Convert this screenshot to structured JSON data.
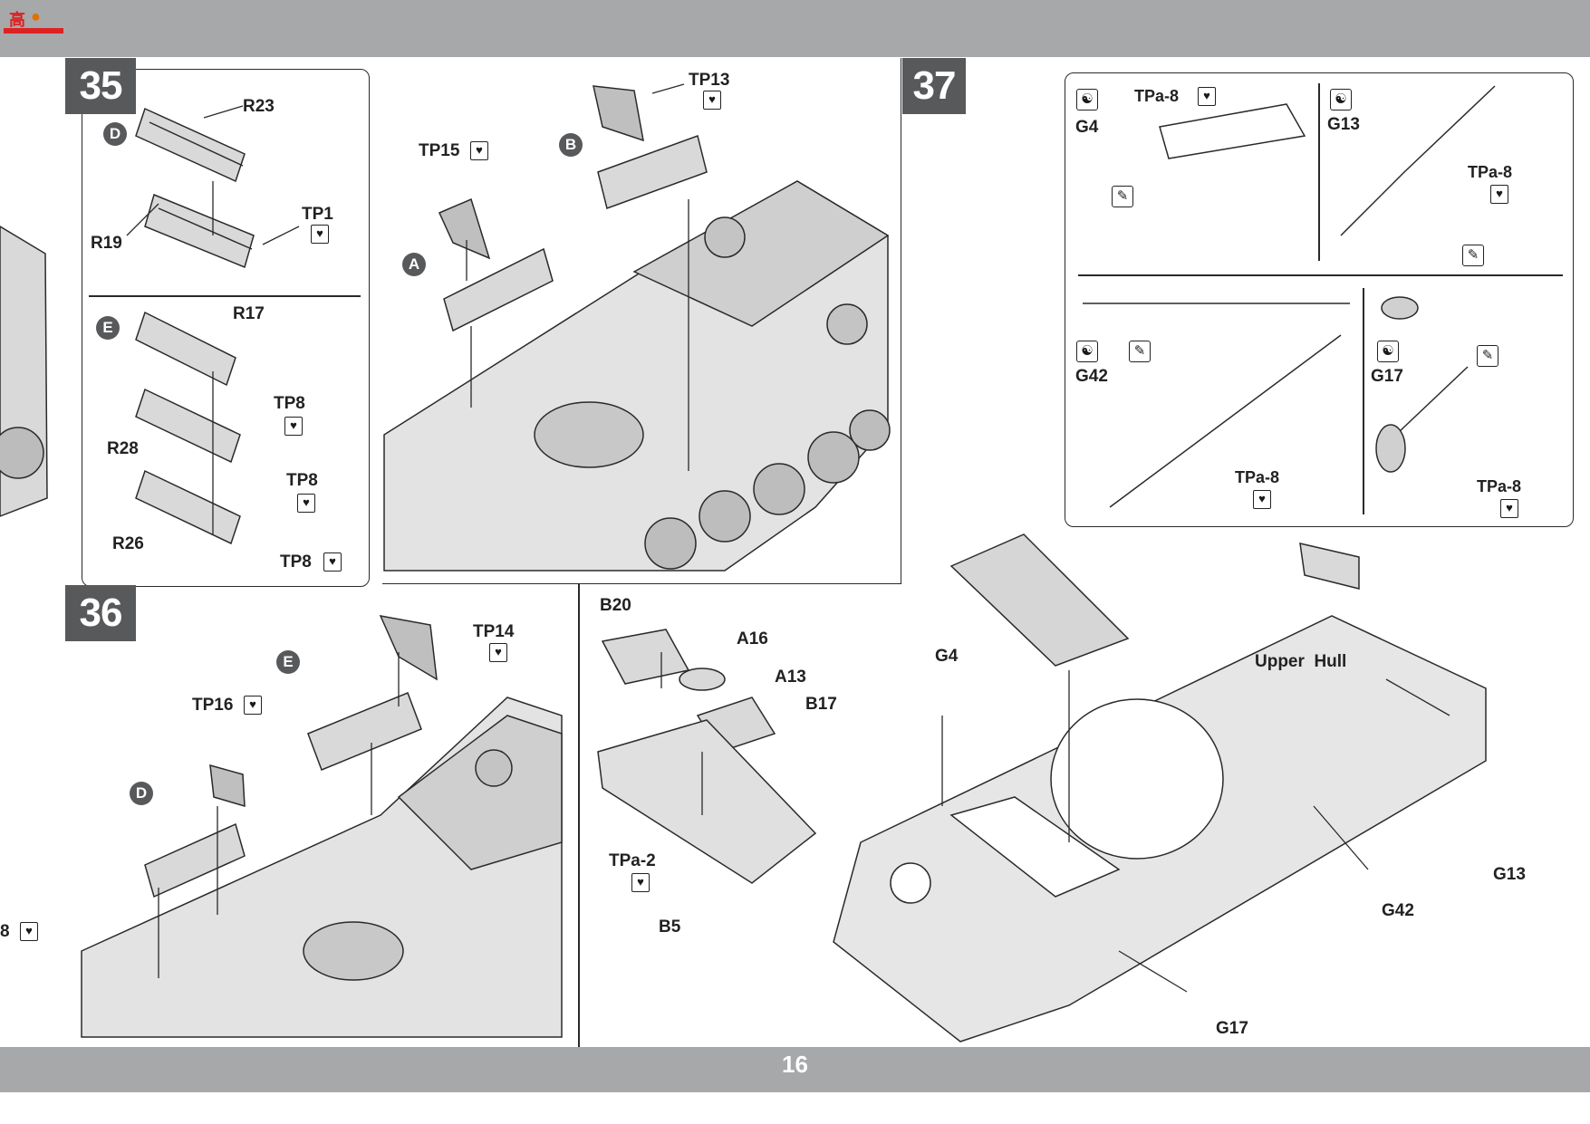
{
  "page_number": "16",
  "logo": {
    "text": "高",
    "icon": "site-logo"
  },
  "steps": [
    {
      "number": "35"
    },
    {
      "number": "36"
    },
    {
      "number": "37"
    }
  ],
  "step35": {
    "sub_d": "D",
    "sub_e": "E",
    "sub_a": "A",
    "sub_b": "B",
    "r23": "R23",
    "r19": "R19",
    "tp1": "TP1",
    "r17": "R17",
    "r28": "R28",
    "r26": "R26",
    "tp8_a": "TP8",
    "tp8_b": "TP8",
    "tp8_c": "TP8",
    "tp15": "TP15",
    "tp13": "TP13"
  },
  "step36": {
    "sub_e": "E",
    "sub_d": "D",
    "tp14": "TP14",
    "tp16": "TP16",
    "b20": "B20",
    "a16": "A16",
    "a13": "A13",
    "b17": "B17",
    "tpa2": "TPa-2",
    "b5": "B5",
    "edge_8": "8"
  },
  "step37": {
    "g4_top": "G4",
    "tpa8_1": "TPa-8",
    "g13_top": "G13",
    "tpa8_2": "TPa-8",
    "g42_box": "G42",
    "tpa8_3": "TPa-8",
    "g17_box": "G17",
    "tpa8_4": "TPa-8",
    "upper_hull": "Upper  Hull",
    "g4": "G4",
    "g13": "G13",
    "g42": "G42",
    "g17": "G17"
  },
  "icons": {
    "glue": "heart-glue-icon",
    "paint": "paint-brush-icon",
    "reference": "yin-yang-icon"
  },
  "colors": {
    "band": "#a6a8a9",
    "step_box": "#58595b",
    "line": "#2a2a2a",
    "part": "#d9d9d9"
  }
}
